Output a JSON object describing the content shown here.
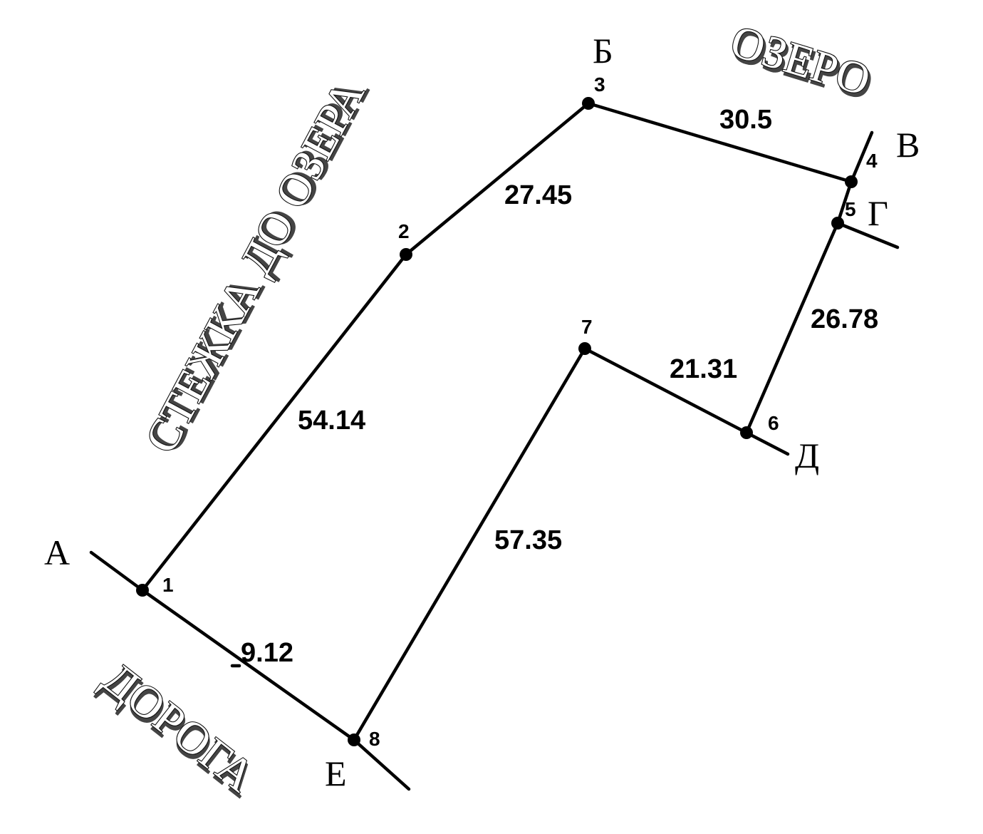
{
  "points": [
    {
      "id": "p1",
      "number": "1"
    },
    {
      "id": "p2",
      "number": "2"
    },
    {
      "id": "p3",
      "number": "3"
    },
    {
      "id": "p4",
      "number": "4"
    },
    {
      "id": "p5",
      "number": "5"
    },
    {
      "id": "p6",
      "number": "6"
    },
    {
      "id": "p7",
      "number": "7"
    },
    {
      "id": "p8",
      "number": "8"
    }
  ],
  "segments": [
    {
      "from": "p1",
      "to": "p2",
      "length": "54.14"
    },
    {
      "from": "p2",
      "to": "p3",
      "length": "27.45"
    },
    {
      "from": "p3",
      "to": "p4",
      "length": "30.5"
    },
    {
      "from": "p5",
      "to": "p6",
      "length": "26.78"
    },
    {
      "from": "p6",
      "to": "p7",
      "length": "21.31"
    },
    {
      "from": "p7",
      "to": "p8",
      "length": "57.35"
    },
    {
      "from": "p8",
      "to": "p1",
      "length": "9.12"
    }
  ],
  "corner_letters": {
    "a": "А",
    "b": "Б",
    "v": "В",
    "g": "Г",
    "d": "Д",
    "e": "Е"
  },
  "place_labels": {
    "lake": "ОЗЕРО",
    "path": "СТЕЖКА ДО ОЗЕРА",
    "road": "ДОРОГА"
  }
}
